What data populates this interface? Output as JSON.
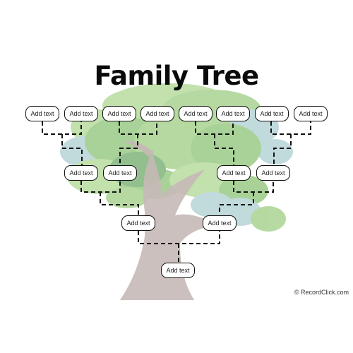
{
  "title": "Family Tree",
  "box_label": "Add text",
  "credit": "© RecordClick.com",
  "colors": {
    "trunk": "#c6b9b7",
    "leaf_light": "#b8dc9e",
    "leaf_mid": "#9acb86",
    "leaf_dark": "#7fb47a",
    "leaf_blue": "#b7d4d6",
    "line": "#111111"
  }
}
